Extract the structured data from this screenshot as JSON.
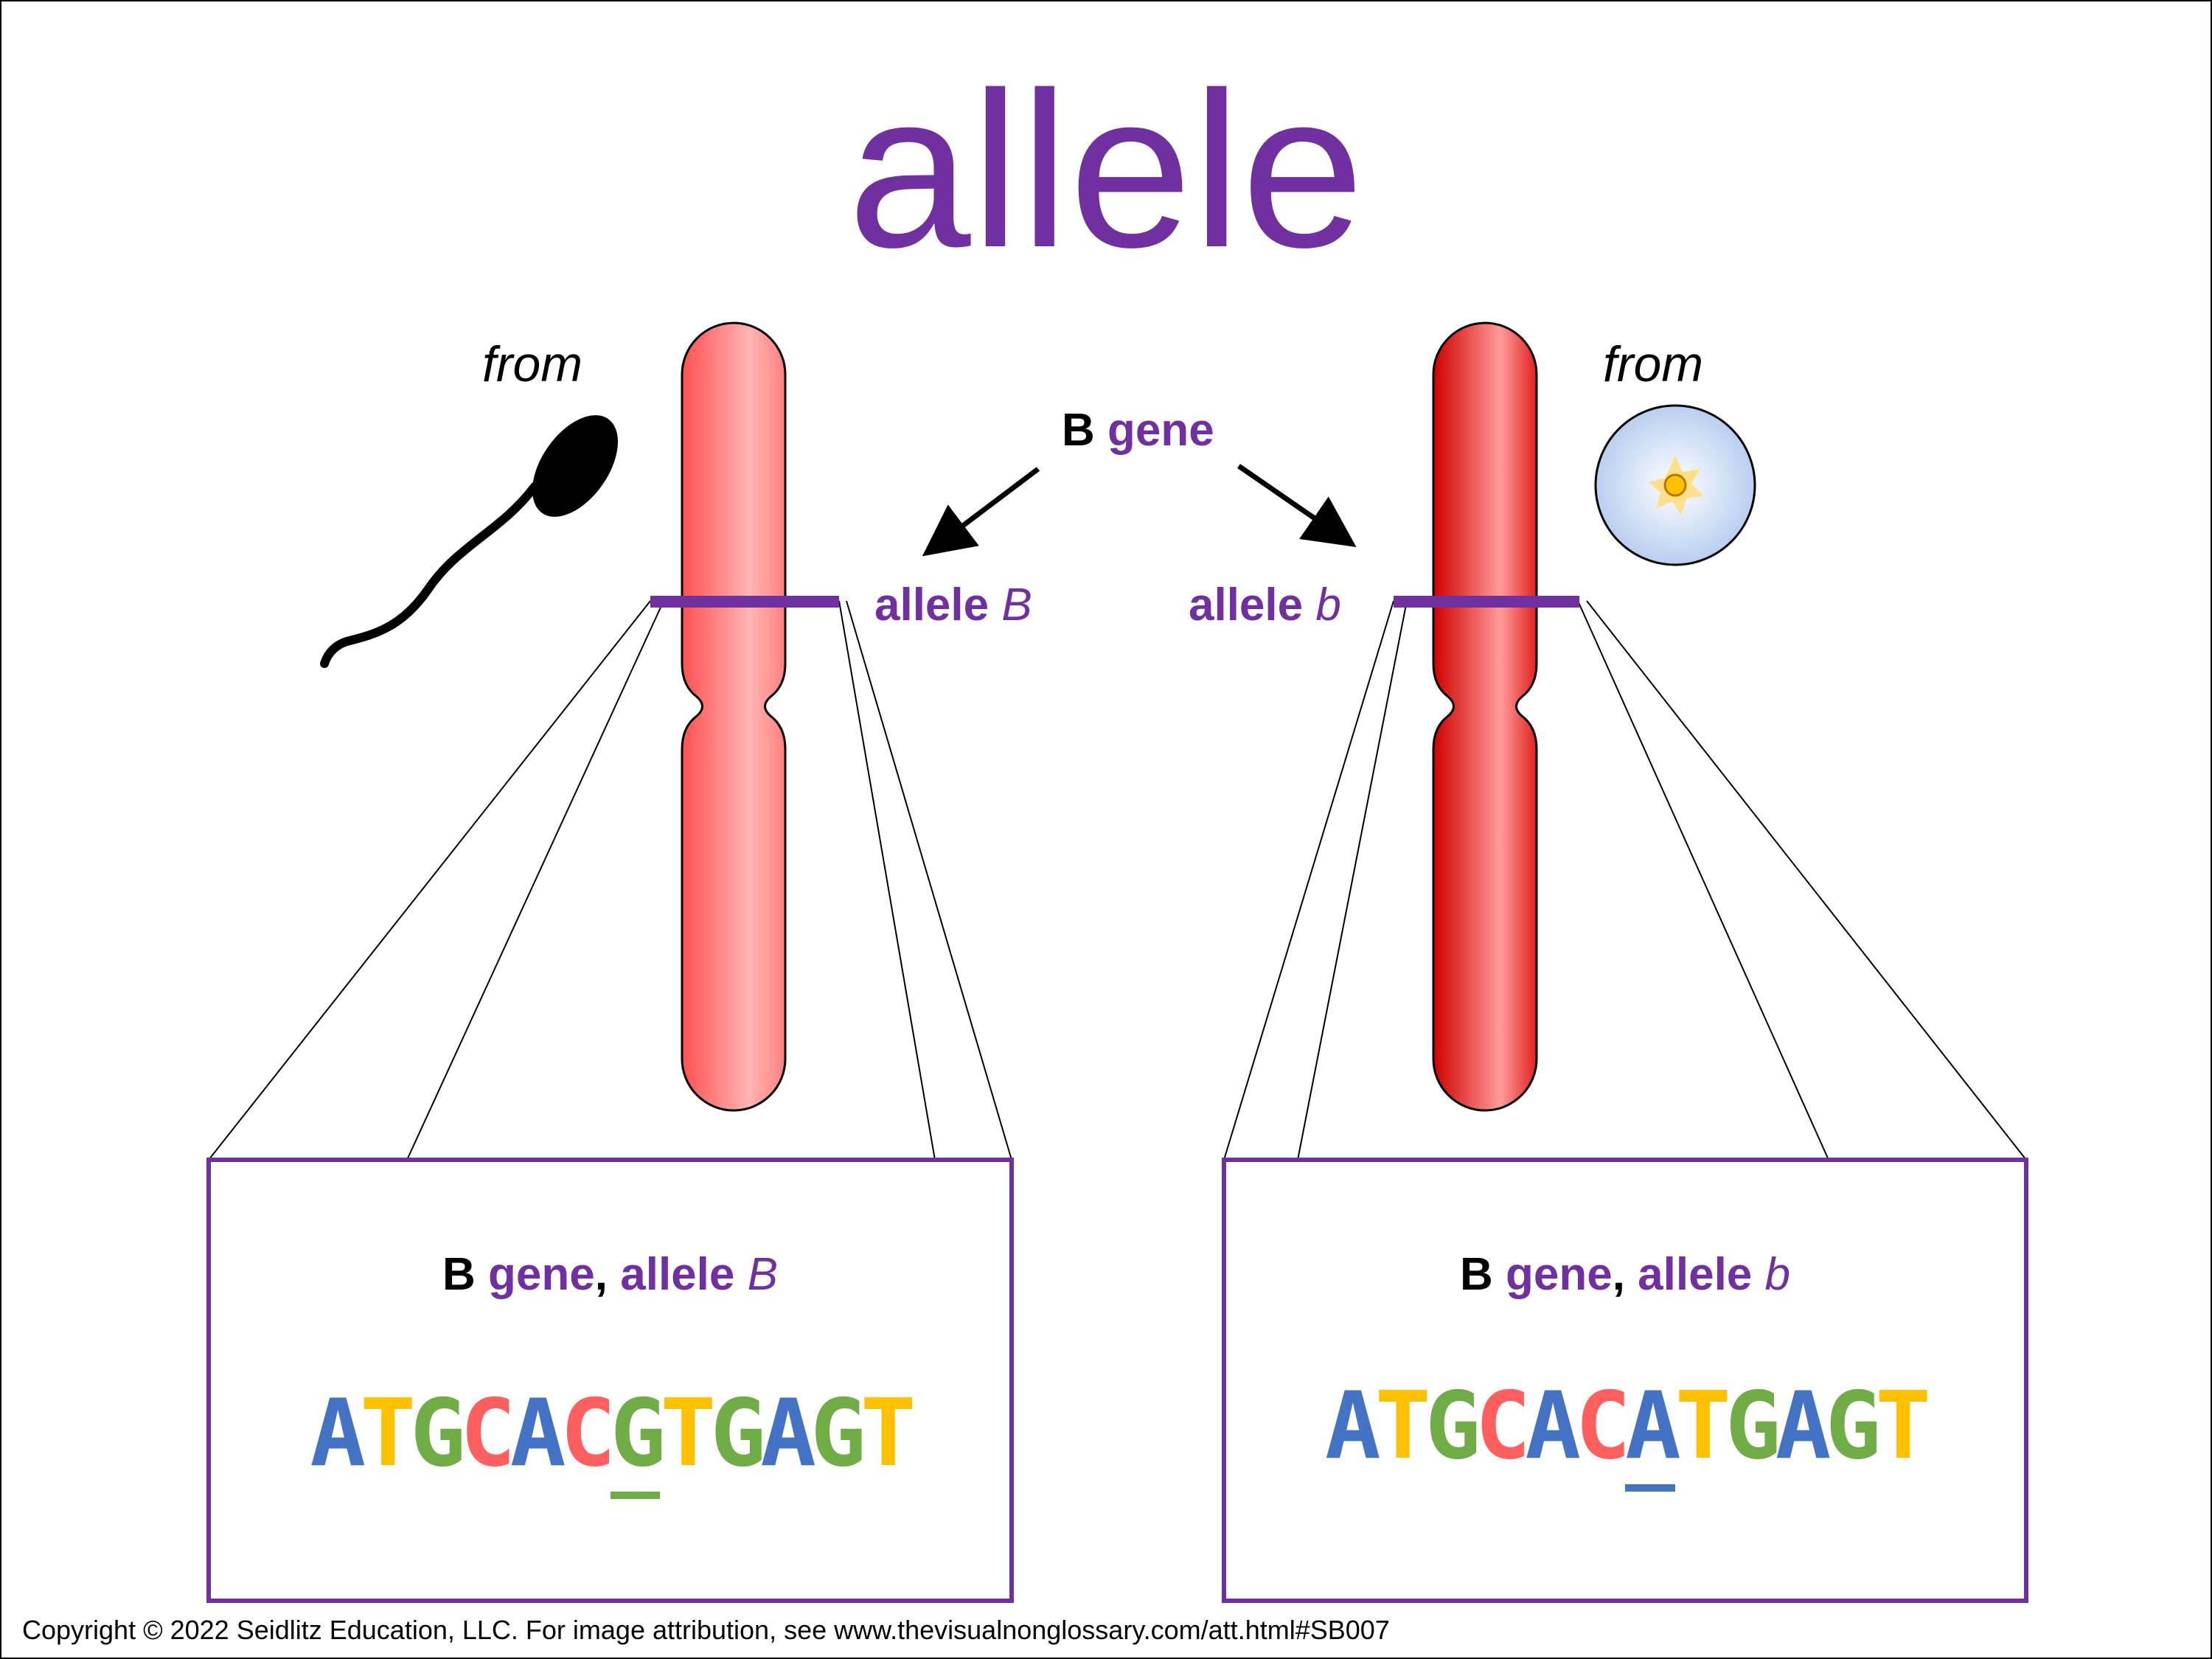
{
  "title": "allele",
  "gene_label": {
    "letter": "B",
    "word": "gene"
  },
  "left": {
    "from_label": "from",
    "source_icon": "sperm-icon",
    "allele_word": "allele",
    "allele_symbol": "B",
    "box_heading": {
      "letter": "B",
      "gene": "gene",
      "comma": ",",
      "allele": "allele",
      "symbol": "B"
    },
    "sequence": [
      "A",
      "T",
      "G",
      "C",
      "A",
      "C",
      "G",
      "T",
      "G",
      "A",
      "G",
      "T"
    ],
    "highlight_index": 6
  },
  "right": {
    "from_label": "from",
    "source_icon": "egg-cell-icon",
    "allele_word": "allele",
    "allele_symbol": "b",
    "box_heading": {
      "letter": "B",
      "gene": "gene",
      "comma": ",",
      "allele": "allele",
      "symbol": "b"
    },
    "sequence": [
      "A",
      "T",
      "G",
      "C",
      "A",
      "C",
      "A",
      "T",
      "G",
      "A",
      "G",
      "T"
    ],
    "highlight_index": 6
  },
  "base_colors": {
    "A": "#4472c4",
    "T": "#ffc000",
    "G": "#70ad47",
    "C": "#ff5f5f"
  },
  "colors": {
    "accent": "#7030a0",
    "chromosome_left": "#ff7070",
    "chromosome_right": "#e01010"
  },
  "copyright": "Copyright © 2022 Seidlitz Education, LLC.  For image attribution, see www.thevisualnonglossary.com/att.html#SB007"
}
